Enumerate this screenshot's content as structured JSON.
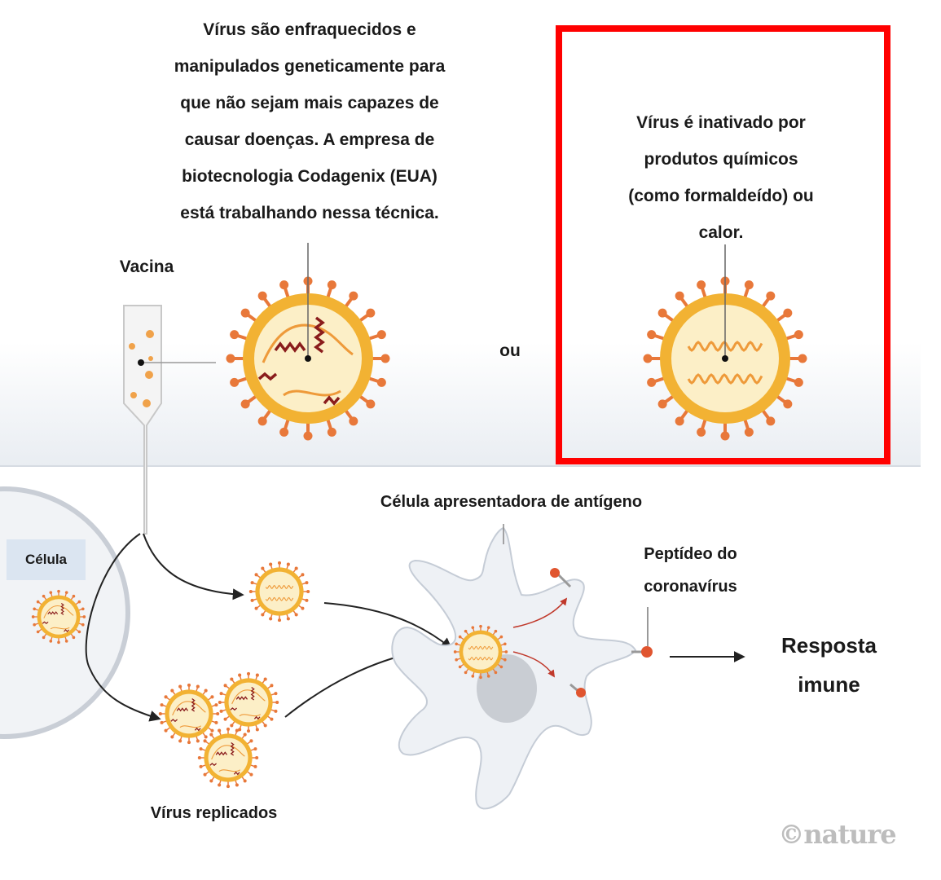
{
  "labels": {
    "attenuated_description": "Vírus são enfraquecidos e\nmanipulados geneticamente para\nque não sejam mais capazes de\ncausar doenças. A empresa de\nbiotecnologia  Codagenix (EUA)\nestá trabalhando nessa técnica.",
    "inactivated_description": "Vírus é inativado por\nprodutos químicos\n(como formaldeído) ou\ncalor.",
    "vaccine": "Vacina",
    "or": "ou",
    "antigen_presenting_cell": "Célula apresentadora de antígeno",
    "coronavirus_peptide": "Peptídeo do\ncoronavírus",
    "immune_response": "Resposta\nimune",
    "replicated_viruses": "Vírus replicados",
    "cell": "Célula",
    "credit": "©nature"
  },
  "colors": {
    "highlight_box": "#ff0000",
    "virus_envelope": "#f2b233",
    "virus_core": "#fcefc7",
    "virus_spike": "#e8783a",
    "rna_attenuated": "#8a1c1c",
    "rna_inactivated": "#ee9a3a",
    "arrow": "#222222",
    "band": "#eef1f5"
  },
  "icons": [
    "vaccine-tube-icon",
    "attenuated-virus-icon",
    "inactivated-virus-icon",
    "cell-icon",
    "antigen-presenting-cell-icon",
    "peptide-icon",
    "arrow-icon"
  ]
}
